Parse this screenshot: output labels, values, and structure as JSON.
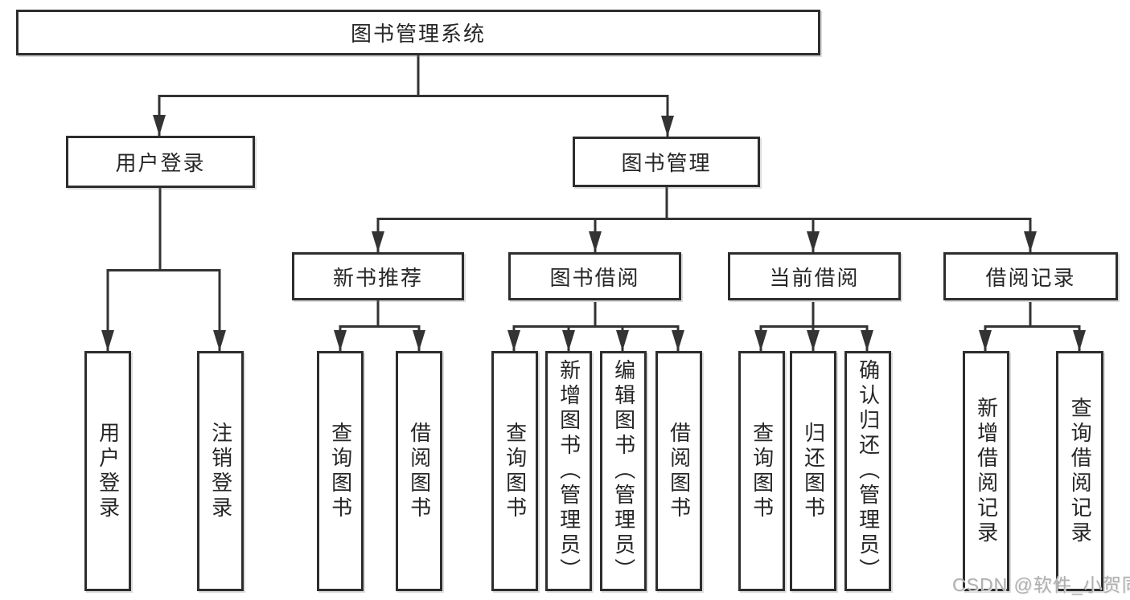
{
  "diagram_title": "图书管理系统",
  "nodes": {
    "root": "图书管理系统",
    "level1": [
      "用户登录",
      "图书管理"
    ],
    "level2": [
      "新书推荐",
      "图书借阅",
      "当前借阅",
      "借阅记录"
    ],
    "leaves": [
      "用户登录",
      "注销登录",
      "查询图书",
      "借阅图书",
      "查询图书",
      "新增图书（管理员）",
      "编辑图书（管理员）",
      "借阅图书",
      "查询图书",
      "归还图书",
      "确认归还（管理员）",
      "新增借阅记录",
      "查询借阅记录"
    ]
  },
  "hierarchy": {
    "图书管理系统": [
      "用户登录",
      "图书管理"
    ],
    "用户登录": [
      "用户登录",
      "注销登录"
    ],
    "图书管理": [
      "新书推荐",
      "图书借阅",
      "当前借阅",
      "借阅记录"
    ],
    "新书推荐": [
      "查询图书",
      "借阅图书"
    ],
    "图书借阅": [
      "查询图书",
      "新增图书（管理员）",
      "编辑图书（管理员）",
      "借阅图书"
    ],
    "当前借阅": [
      "查询图书",
      "归还图书",
      "确认归还（管理员）"
    ],
    "借阅记录": [
      "新增借阅记录",
      "查询借阅记录"
    ]
  },
  "watermark": "CSDN @软件_小贺同学",
  "colors": {
    "line": "#333333",
    "box_border": "#2d2d2d",
    "text": "#262626",
    "watermark": "#b0b0b0",
    "background": "#ffffff"
  }
}
